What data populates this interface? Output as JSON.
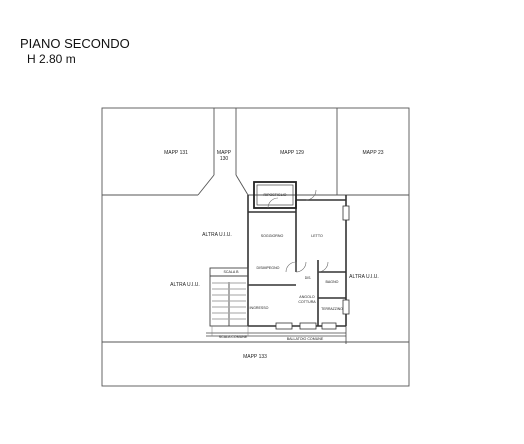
{
  "header": {
    "title": "PIANO SECONDO",
    "height": "H 2.80 m"
  },
  "plan": {
    "mapp_131": "MAPP 131",
    "mapp_130_line1": "MAPP",
    "mapp_130_line2": "130",
    "mapp_129": "MAPP 129",
    "mapp_23": "MAPP 23",
    "mapp_133": "MAPP 133",
    "altra_ui_top": "ALTRA U.I.U.",
    "altra_ui_left": "ALTRA U.I.U.",
    "altra_ui_right": "ALTRA U.I.U.",
    "ripostiglio": "RIPOSTIGLIO",
    "soggiorno": "SOGGIORNO",
    "letto": "LETTO",
    "disimpegno": "DISIMPEGNO",
    "bagno": "BAGNO",
    "angolo_cottura_line1": "ANGOLO",
    "angolo_cottura_line2": "COTTURA",
    "scala": "SCALA B",
    "ingresso": "INGRESSO",
    "disimp_small": "DIS.",
    "ballatoio": "BALLATOIO COMUNE",
    "scala_comune": "SCALA COMUNE",
    "terrazzino": "TERRAZZINO"
  }
}
